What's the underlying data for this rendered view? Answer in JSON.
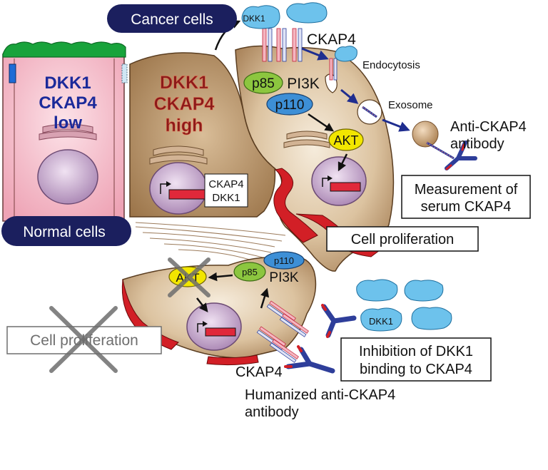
{
  "pill_labels": {
    "cancer": "Cancer cells",
    "normal": "Normal cells"
  },
  "normal_cell": {
    "line1": "DKK1",
    "line2": "CKAP4",
    "line3": "low"
  },
  "cancer_cell": {
    "line1": "DKK1",
    "line2": "CKAP4",
    "line3": "high"
  },
  "gene_box": {
    "line1": "CKAP4",
    "line2": "DKK1"
  },
  "top_labels": {
    "dkk1": "DKK1",
    "ckap4": "CKAP4",
    "endocytosis": "Endocytosis",
    "exosome": "Exosome",
    "p85": "p85",
    "pi3k": "PI3K",
    "p110": "p110",
    "akt": "AKT"
  },
  "antibody_label": {
    "line1": "Anti-CKAP4",
    "line2": "antibody"
  },
  "measurement_box": {
    "line1": "Measurement of",
    "line2": "serum CKAP4"
  },
  "proliferation_box": "Cell proliferation",
  "bottom_labels": {
    "akt": "AKT",
    "p85": "p85",
    "p110": "p110",
    "pi3k": "PI3K",
    "dkk1": "DKK1",
    "ckap4": "CKAP4",
    "crossed_proliferation": "Cell proliferation"
  },
  "inhibition_box": {
    "line1": "Inhibition of DKK1",
    "line2": "binding to CKAP4"
  },
  "humanized_label": {
    "line1": "Humanized anti-CKAP4",
    "line2": "antibody"
  },
  "colors": {
    "navy": "#1b1f5e",
    "cell_tan": "#b9966e",
    "cell_light": "#ecdcc4",
    "normal_pink": "#f3b8c6",
    "membrane_green": "#17a33a",
    "red_membrane": "#d21f26",
    "p85_green": "#8cc63f",
    "p110_blue": "#3d8fd6",
    "akt_yellow": "#f2e600",
    "nucleus": "#c8a2c8",
    "dkk1_blue": "#5ab8e6",
    "label_blue": "#1b2a9a",
    "label_red": "#8b1a1a"
  }
}
